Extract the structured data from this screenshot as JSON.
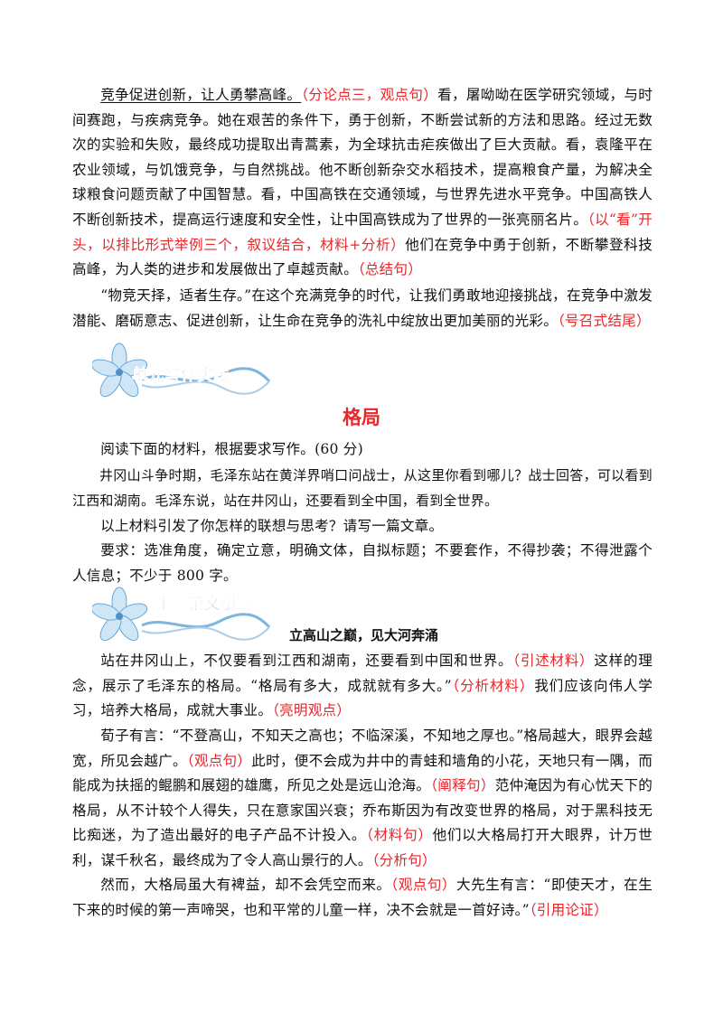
{
  "top": {
    "p1": {
      "underlined": "竞争促进创新，让人勇攀高峰。",
      "a1": "（分论点三，观点句）",
      "t1": "看，屠呦呦在医学研究领域，与时间赛跑，与疾病竞争。她在艰苦的条件下，勇于创新，不断尝试新的方法和思路。经过无数次的实验和失败，最终成功提取出青蒿素，为全球抗击疟疾做出了巨大贡献。看，袁隆平在农业领域，与饥饿竞争，与自然挑战。他不断创新杂交水稻技术，提高粮食产量，为解决全球粮食问题贡献了中国智慧。看，中国高铁在交通领域，与世界先进水平竞争。中国高铁人不断创新技术，提高运行速度和安全性，让中国高铁成为了世界的一张亮丽名片。",
      "a2": "（以“看”开头，以排比形式举例三个，叙议结合，材料+分析）",
      "t2": "他们在竞争中勇于创新，不断攀登科技高峰，为人类的进步和发展做出了卓越贡献。",
      "a3": "（总结句）"
    },
    "p2": {
      "t1": "“物竞天择，适者生存。”在这个充满竞争的时代，让我们勇敢地迎接挑战，在竞争中激发潜能、磨砺意志、促进创新，让生命在竞争的洗礼中绽放出更加美丽的光彩。",
      "a1": "（号召式结尾）"
    }
  },
  "banners": {
    "b1": "单元写作实践",
    "b2": "主题范文引领"
  },
  "section": {
    "title": "格局"
  },
  "task": {
    "prompt": "阅读下面的材料，根据要求写作。(60 分)",
    "material": "井冈山斗争时期，毛泽东站在黄洋界哨口问战士，从这里你看到哪儿？战士回答，可以看到江西和湖南。毛泽东说，站在井冈山，还要看到全中国，看到全世界。",
    "question": "以上材料引发了你怎样的联想与思考？请写一篇文章。",
    "requirements": "要求：选准角度，确定立意，明确文体，自拟标题；不要套作，不得抄袭；不得泄露个人信息；不少于 800 字。"
  },
  "essay": {
    "title": "立高山之巅，见大河奔涌",
    "p1": {
      "t1": "站在井冈山上，不仅要看到江西和湖南，还要看到中国和世界。",
      "a1": "（引述材料）",
      "t2": "这样的理念，展示了毛泽东的格局。“格局有多大，成就就有多大。”",
      "a2": "（分析材料）",
      "t3": "我们应该向伟人学习，培养大格局，成就大事业。",
      "a3": "（亮明观点）"
    },
    "p2": {
      "t1": "荀子有言：“不登高山，不知天之高也；不临深溪，不知地之厚也。”格局越大，眼界会越宽，所见会越广。",
      "a1": "（观点句）",
      "t2": "此时，便不会成为井中的青蛙和墙角的小花，天地只有一隅，而能成为扶摇的鲲鹏和展翅的雄鹰，所见之处是远山沧海。",
      "a2": "（阐释句）",
      "t3": "范仲淹因为有心忧天下的格局，从不计较个人得失，只在意家国兴衰；乔布斯因为有改变世界的格局，对于黑科技无比痴迷，为了造出最好的电子产品不计投入。",
      "a3": "（材料句）",
      "t4": "他们以大格局打开大眼界，计万世利，谋千秋名，最终成为了令人高山景行的人。",
      "a4": "（分析句）"
    },
    "p3": {
      "t1": "然而，大格局虽大有裨益，却不会凭空而来。",
      "a1": "（观点句）",
      "t2": "大先生有言：“即使天才，在生下来的时候的第一声啼哭，也和平常的儿童一样，决不会就是一首好诗。”",
      "a2": "（引用论证）"
    }
  },
  "colors": {
    "annotation": "#e8262b",
    "banner_text": "#2a3fa0",
    "flower": "#cfe6f7"
  }
}
